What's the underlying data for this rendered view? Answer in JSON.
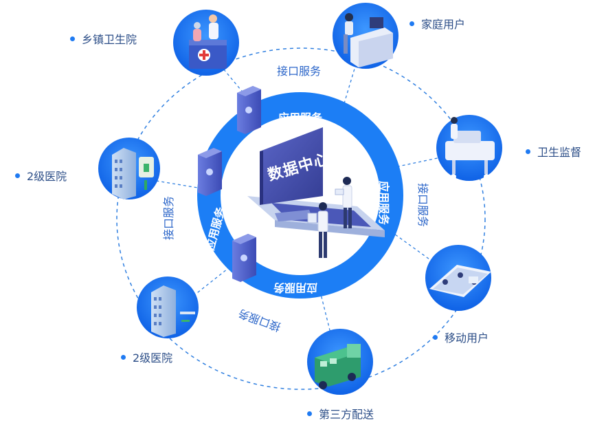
{
  "center": {
    "title": "数据中心"
  },
  "ring_labels": {
    "top": "应用服务",
    "right": "应用服务",
    "bottom": "应用服务",
    "left": "应用服务"
  },
  "api_labels": {
    "top": "接口服务",
    "right": "接口服务",
    "left": "接口服务",
    "bottom_left": "接口服务"
  },
  "nodes": {
    "township": "乡镇卫生院",
    "family": "家庭用户",
    "supervision": "卫生监督",
    "hospital_left": "2级医院",
    "hospital_bottom": "2级医院",
    "mobile": "移动用户",
    "delivery": "第三方配送"
  },
  "colors": {
    "primary": "#1f7af2",
    "ring": "#1c7ef5",
    "text": "#2b4d87",
    "dash": "#2f7fe0"
  }
}
